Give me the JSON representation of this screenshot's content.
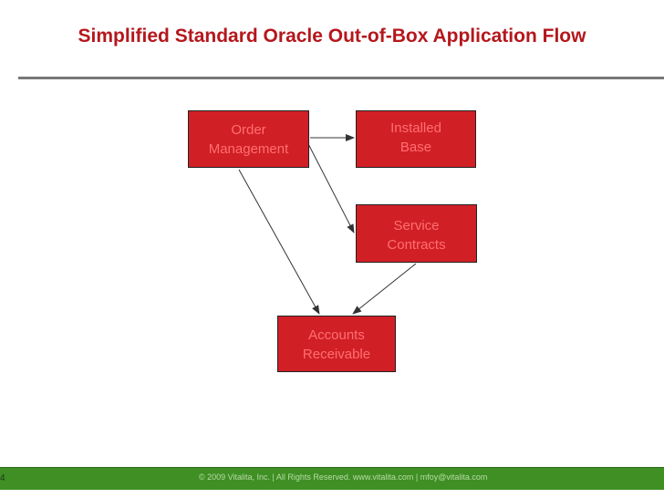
{
  "slide": {
    "title": "Simplified Standard Oracle Out-of-Box Application Flow",
    "page_number": "4",
    "footer": "© 2009 Vitalita, Inc. | All Rights Reserved. www.vitalita.com  |  mfoy@vitalita.com"
  },
  "nodes": {
    "order_management": {
      "line1": "Order",
      "line2": "Management"
    },
    "installed_base": {
      "line1": "Installed",
      "line2": "Base"
    },
    "service_contracts": {
      "line1": "Service",
      "line2": "Contracts"
    },
    "accounts_receivable": {
      "line1": "Accounts",
      "line2": "Receivable"
    }
  },
  "colors": {
    "title": "#b5171c",
    "node_fill": "#d11f26",
    "node_text": "#ff6f6f",
    "footer_bar": "#3f8f25"
  }
}
